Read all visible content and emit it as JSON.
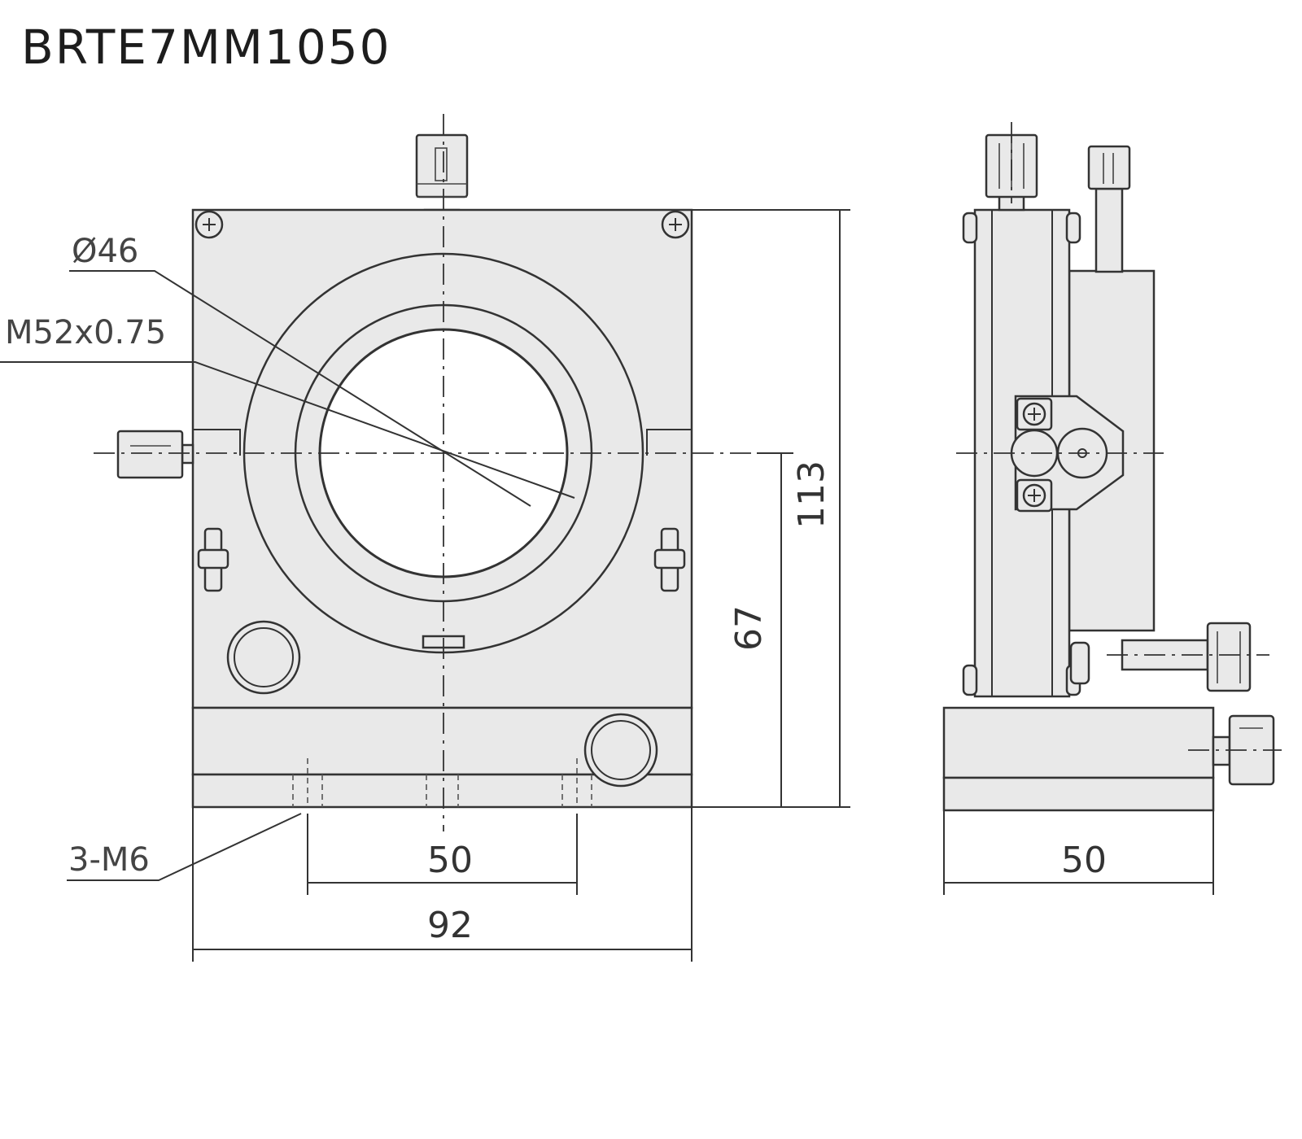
{
  "title": "BRTE7MM1050",
  "labels": {
    "bore_diameter": "Ø46",
    "thread": "M52x0.75",
    "mount_holes": "3-M6"
  },
  "dimensions": {
    "height_total": "113",
    "height_center": "67",
    "hole_spacing": "50",
    "width_total": "92",
    "side_depth": "50"
  }
}
